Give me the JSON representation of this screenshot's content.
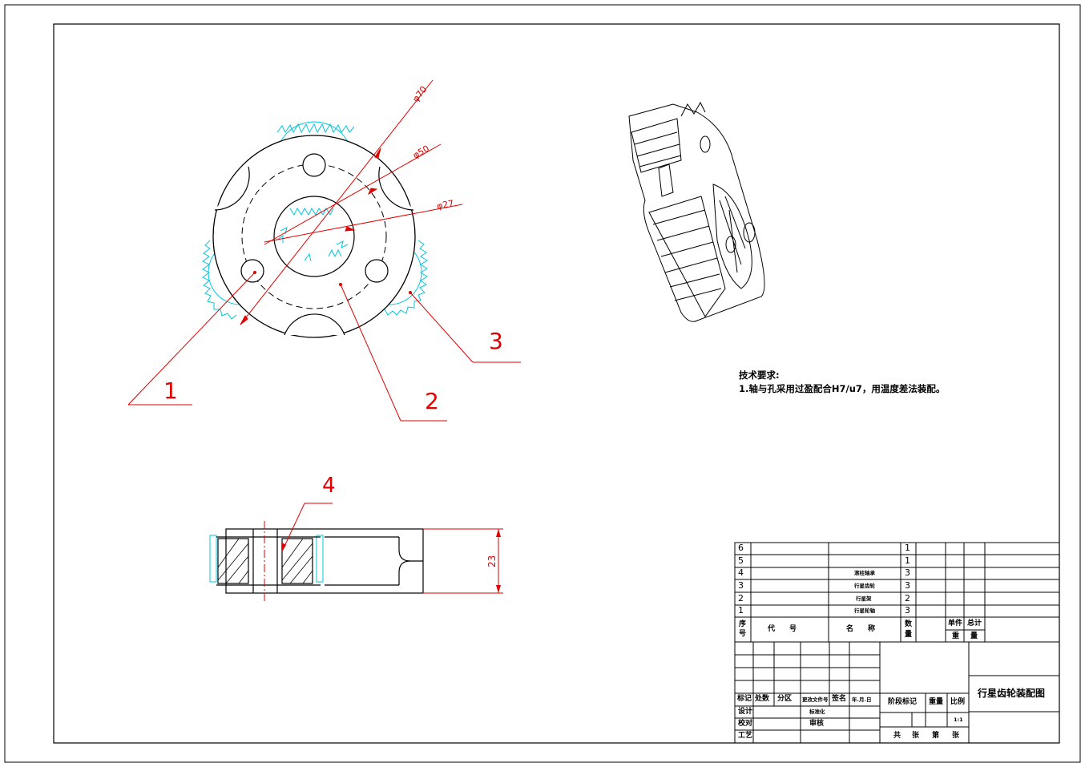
{
  "dimensions": {
    "d70": "φ70",
    "d50": "φ50",
    "d27": "φ27",
    "height": "23"
  },
  "balloons": [
    "1",
    "2",
    "3",
    "4"
  ],
  "tech_requirements": {
    "title": "技术要求:",
    "line1": "1.轴与孔采用过盈配合H7/u7，用温度差法装配。"
  },
  "bom": {
    "rows": [
      {
        "no": "6",
        "name": "",
        "qty": "1"
      },
      {
        "no": "5",
        "name": "",
        "qty": "1"
      },
      {
        "no": "4",
        "name": "滚柱轴承",
        "qty": "3"
      },
      {
        "no": "3",
        "name": "行星齿轮",
        "qty": "3"
      },
      {
        "no": "2",
        "name": "行星架",
        "qty": "2"
      },
      {
        "no": "1",
        "name": "行星轮轴",
        "qty": "3"
      }
    ],
    "header": {
      "seq1": "序",
      "seq2": "号",
      "code": "代　　号",
      "name": "名　　称",
      "qty1": "数",
      "qty2": "量",
      "unit1": "单件",
      "unit2": "重",
      "total1": "总计",
      "total2": "量"
    }
  },
  "title_block": {
    "drawing_title": "行星齿轮装配图",
    "mark": "标记",
    "count": "处数",
    "zone": "分区",
    "change_doc": "更改文件号",
    "sign": "签名",
    "date": "年.月.日",
    "stage_mark": "阶段标记",
    "weight": "重量",
    "scale": "比例",
    "scale_value": "1:1",
    "design": "设计",
    "check": "校对",
    "process": "工艺",
    "standardize": "标准化",
    "review": "审核",
    "sheets_total": "共",
    "sheets_unit1": "张",
    "sheets_nth": "第",
    "sheets_unit2": "张"
  },
  "colors": {
    "red": "#e00000",
    "cyan": "#00c8e0",
    "black": "#000000"
  }
}
